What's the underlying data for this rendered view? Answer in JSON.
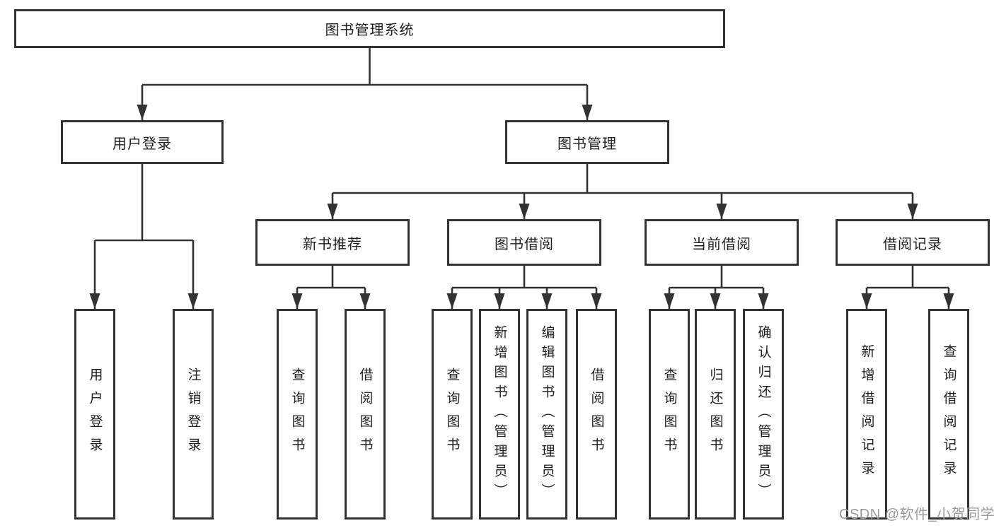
{
  "tree": {
    "root": {
      "label": "图书管理系统"
    },
    "branches": [
      {
        "label": "用户登录",
        "children": [
          {
            "label": "用户登录"
          },
          {
            "label": "注销登录"
          }
        ]
      },
      {
        "label": "图书管理",
        "children": [
          {
            "label": "新书推荐",
            "children": [
              {
                "label": "查询图书"
              },
              {
                "label": "借阅图书"
              }
            ]
          },
          {
            "label": "图书借阅",
            "children": [
              {
                "label": "查询图书"
              },
              {
                "label": "新增图书（管理员）"
              },
              {
                "label": "编辑图书（管理员）"
              },
              {
                "label": "借阅图书"
              }
            ]
          },
          {
            "label": "当前借阅",
            "children": [
              {
                "label": "查询图书"
              },
              {
                "label": "归还图书"
              },
              {
                "label": "确认归还（管理员）"
              }
            ]
          },
          {
            "label": "借阅记录",
            "children": [
              {
                "label": "新增借阅记录"
              },
              {
                "label": "查询借阅记录"
              }
            ]
          }
        ]
      }
    ]
  },
  "watermark": "CSDN @软件_小贺同学",
  "colors": {
    "line": "#333333",
    "box_border": "#333333",
    "box_fill": "#ffffff",
    "text": "#1f1f1f",
    "watermark": "#9b9b9b",
    "background": "#ffffff"
  }
}
